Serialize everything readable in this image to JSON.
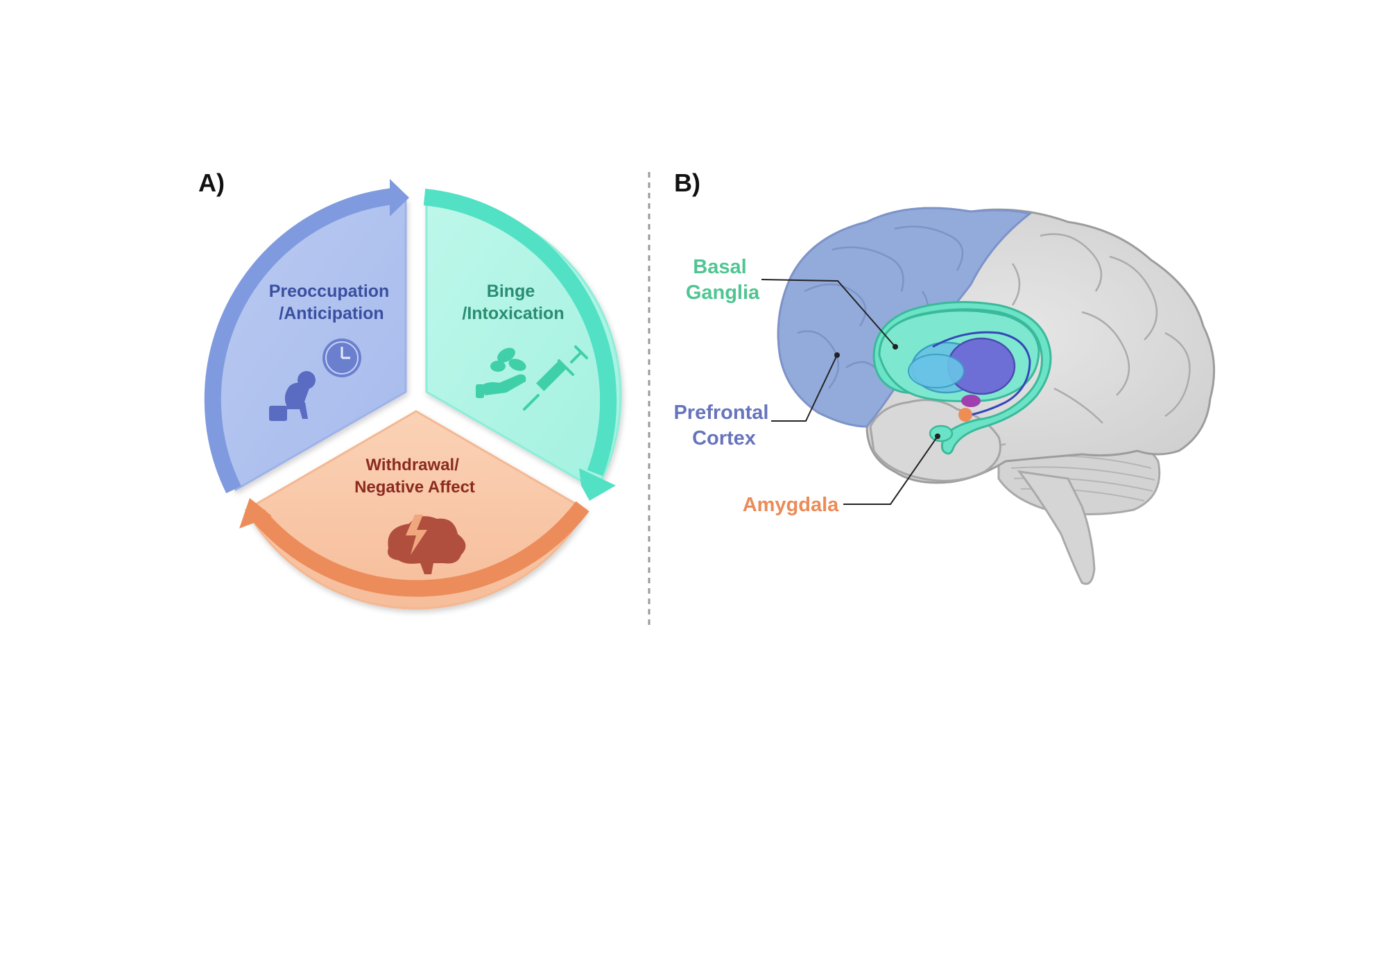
{
  "panel_a": {
    "label": "A)",
    "sectors": {
      "preoccupation": {
        "line1": "Preoccupation",
        "line2": "/Anticipation",
        "color": "#3a4fa0"
      },
      "binge": {
        "line1": "Binge",
        "line2": "/Intoxication",
        "color": "#2a8c72"
      },
      "withdrawal": {
        "line1": "Withdrawal/",
        "line2": "Negative Affect",
        "color": "#8b2a1f"
      }
    },
    "colors": {
      "blue": "#7f9ade",
      "teal": "#52e1c4",
      "orange": "#ec8c5a"
    }
  },
  "panel_b": {
    "label": "B)",
    "regions": {
      "basal_ganglia": {
        "line1": "Basal",
        "line2": "Ganglia",
        "color": "#4fc592"
      },
      "prefrontal": {
        "line1": "Prefrontal",
        "line2": "Cortex",
        "color": "#6674bd"
      },
      "amygdala": {
        "label": "Amygdala",
        "color": "#ec8b57"
      }
    }
  }
}
